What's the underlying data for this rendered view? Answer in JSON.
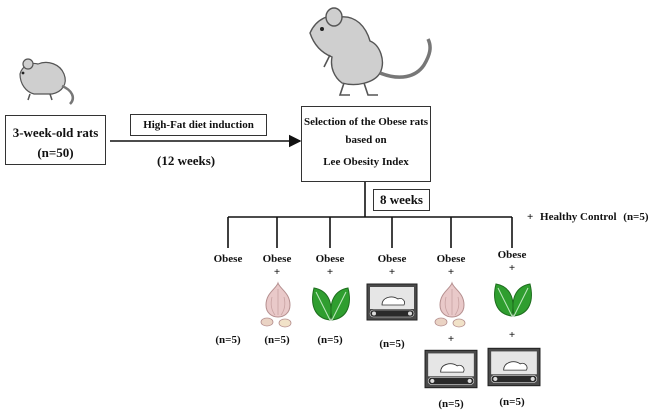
{
  "start": {
    "label": "3-week-old rats",
    "count": "(n=50)"
  },
  "induction": {
    "label": "High-Fat diet induction",
    "duration": "(12 weeks)"
  },
  "selection": {
    "line1": "Selection of the Obese rats",
    "line2": "based on",
    "line3": "Lee Obesity Index"
  },
  "treatment_duration": "8 weeks",
  "healthy_control": {
    "plus": "+",
    "label": "Healthy Control",
    "count": "(n=5)"
  },
  "groups": [
    {
      "label": "Obese",
      "count": "(n=5)"
    },
    {
      "label": "Obese",
      "plus": "+",
      "count": "(n=5)"
    },
    {
      "label": "Obese",
      "plus": "+",
      "count": "(n=5)"
    },
    {
      "label": "Obese",
      "plus": "+",
      "count": "(n=5)"
    },
    {
      "label": "Obese",
      "plus": "+",
      "plus2": "+",
      "count": "(n=5)"
    },
    {
      "label": "Obese",
      "plus": "+",
      "plus2": "+",
      "count": "(n=5)"
    }
  ],
  "icons": {
    "rat": "rat-icon",
    "garlic": "garlic-icon",
    "leaves": "mint-leaves-icon",
    "treadmill": "treadmill-exercise-icon"
  },
  "colors": {
    "rat": "#cfcfcf",
    "rat_outline": "#555555",
    "garlic": "#e9c9c9",
    "leaves": "#2f9e2f",
    "treadmill": "#4a4a4a"
  }
}
